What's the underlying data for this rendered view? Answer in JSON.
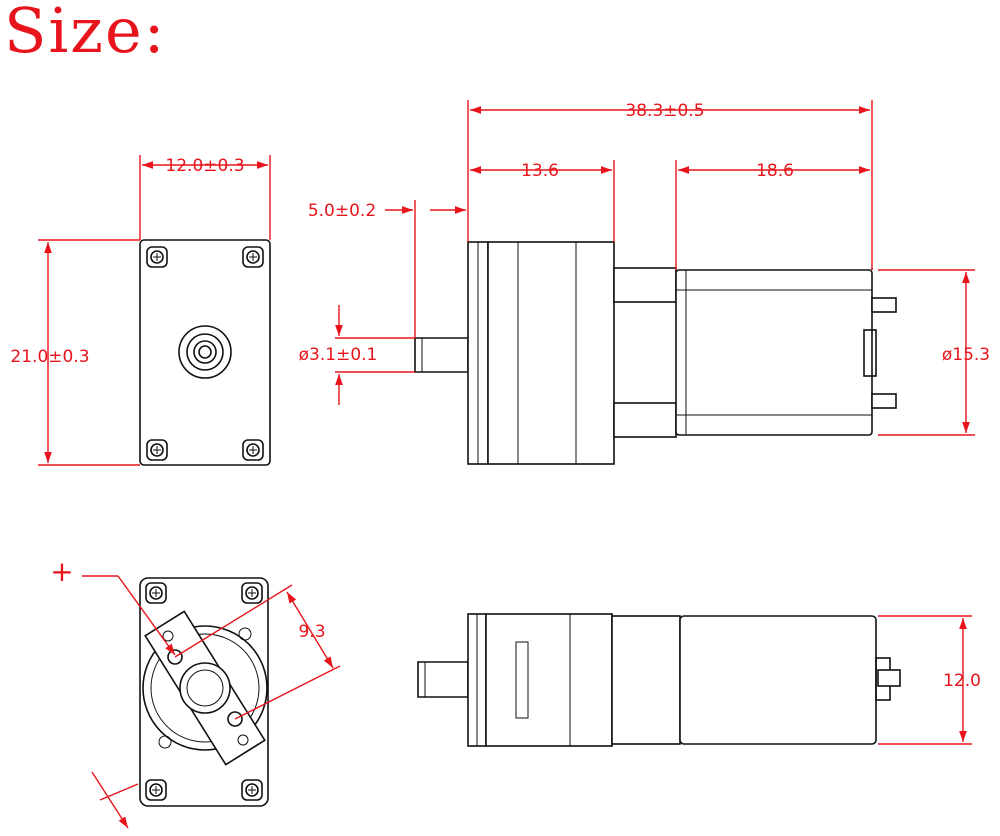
{
  "title": "Size:",
  "dimensions": {
    "front_width": "12.0±0.3",
    "front_height": "21.0±0.3",
    "total_length": "38.3±0.5",
    "gearbox_length": "13.6",
    "motor_length": "18.6",
    "shaft_length": "5.0±0.2",
    "shaft_diameter": "ø3.1±0.1",
    "motor_diameter": "ø15.3",
    "hole_spacing": "9.3",
    "top_height": "12.0"
  },
  "symbols": {
    "plus": "+"
  },
  "colors": {
    "dimension": "#e8141b",
    "outline": "#111111"
  }
}
